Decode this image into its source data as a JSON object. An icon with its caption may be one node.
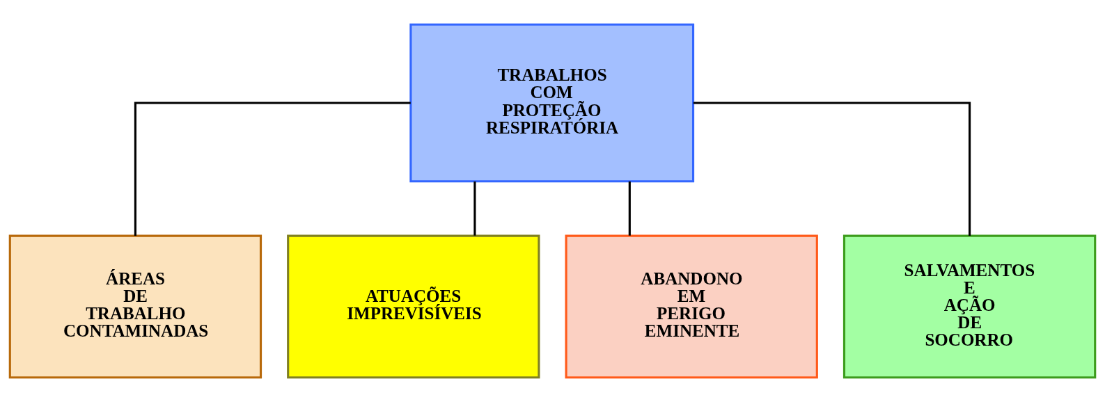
{
  "diagram": {
    "nodes": [
      {
        "text": [
          "TRABALHOS COM PROTEÇÃO RESPIRATÓRIA"
        ]
      },
      {
        "text": [
          "ÁREAS DE TRABALHO CONTAMINADAS"
        ]
      },
      {
        "text": [
          "ATUAÇÕES IMPREVISÍVEIS"
        ]
      },
      {
        "text": [
          "ABANDONO EM PERIGO EMINENTE"
        ]
      },
      {
        "text": [
          "SALVAMENTOS E AÇÃO DE SOCORRO"
        ]
      }
    ],
    "edges": [
      {
        "from": 0,
        "to": 1,
        "arrow": "none"
      },
      {
        "from": 0,
        "to": 2,
        "arrow": "none"
      },
      {
        "from": 0,
        "to": 3,
        "arrow": "none"
      },
      {
        "from": 0,
        "to": 4,
        "arrow": "none"
      }
    ]
  }
}
